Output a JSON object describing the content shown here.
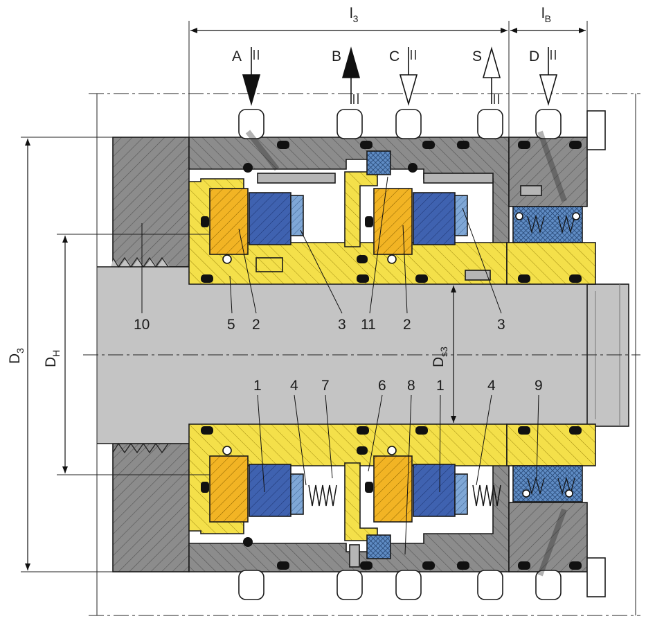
{
  "dimensions": {
    "l3": {
      "main": "l",
      "sub": "3"
    },
    "lB": {
      "main": "l",
      "sub": "B"
    },
    "D3": {
      "main": "D",
      "sub": "3"
    },
    "DH": {
      "main": "D",
      "sub": "H"
    },
    "Ds3": {
      "main": "D",
      "sub": "s3"
    }
  },
  "ports": [
    {
      "label": "A",
      "direction": "in",
      "style": "filled"
    },
    {
      "label": "B",
      "direction": "out",
      "style": "filled"
    },
    {
      "label": "C",
      "direction": "in",
      "style": "hollow"
    },
    {
      "label": "S",
      "direction": "out",
      "style": "hollow"
    },
    {
      "label": "D",
      "direction": "in",
      "style": "hollow"
    }
  ],
  "part_numbers_top": [
    "10",
    "5",
    "2",
    "3",
    "11",
    "2",
    "3"
  ],
  "part_numbers_bottom": [
    "1",
    "4",
    "7",
    "6",
    "8",
    "1",
    "4",
    "9"
  ],
  "colors": {
    "housing": "#8c8c8c",
    "shaft": "#c4c4c4",
    "sleeve": "#f4e04a",
    "seat": "#f2b424",
    "face": "#3f62b0",
    "secondary": "#7fa7d6",
    "lip_seal": "#4d7fb8",
    "oring": "#111111"
  }
}
